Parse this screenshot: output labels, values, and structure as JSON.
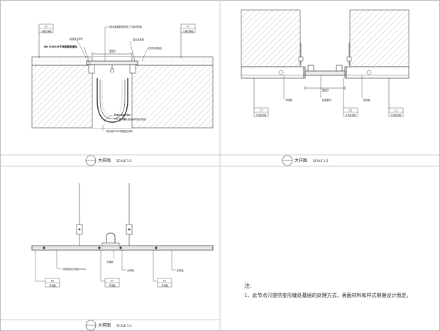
{
  "panels": [
    {
      "title": "大样图",
      "scale": "SCALE 1:5",
      "dimension": "300",
      "labels": {
        "callout_a_top": "FT",
        "callout_a_bottom": "大理石墙面",
        "callout_b_top": "FT",
        "callout_b_bottom": "大理石墙面",
        "anchor_bolt": "Φ8 @60CM不锈钢膨胀螺栓",
        "leader_top": "5倍自黏膨胀密封条上方填补规格",
        "cover_plate": "铝盖板支撑件",
        "clip": "铝合金盖板",
        "right_note": "石材沿墙面边",
        "fire_barrier": "Fire Barrier",
        "fire_sub": "C/A 防火层",
        "fire_note": "(防火阻燃材料阻燃,阻燃)",
        "bottom_note": "防水层(EPDM橡胶密封带)"
      }
    },
    {
      "title": "大样图",
      "scale": "SCALE 1:5",
      "dimension": "300",
      "labels": {
        "callout_a_top": "CT",
        "callout_a_bottom": "平顶吊顶层",
        "callout_b_top": "CT",
        "callout_b_bottom": "平顶吊顶层",
        "callout_c_top": "CT",
        "callout_c_bottom": "平顶吊顶层",
        "left_note": "不锈钢",
        "mid_note": "铝盖板材",
        "right_note": "铝夹板"
      }
    },
    {
      "title": "大样图",
      "scale": "SCALE 1:5",
      "labels": {
        "callout_a_top": "PT",
        "callout_a_bottom": "吊顶面",
        "callout_b_top": "PT",
        "callout_b_bottom": "吊顶面",
        "callout_c_top": "PT",
        "callout_c_bottom": "吊顶面",
        "note_a": "12厚纸面石膏板(5mm)",
        "note_b": "木饰面",
        "note_c": "石膏板",
        "note_d": "不锈钢"
      }
    }
  ],
  "notes": {
    "title": "注:",
    "body": "1、此节点只提供变形缝处基层的处理方式，表面材料和样式根据设计而定。"
  },
  "colors": {
    "line": "#333333",
    "hatch": "#8a8a8a",
    "callout_box": "#555555"
  }
}
